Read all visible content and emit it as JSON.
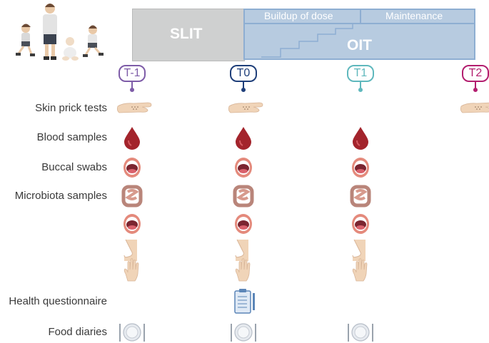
{
  "colors": {
    "slit_fill": "#cfd0d0",
    "oit_fill": "#b7cbe0",
    "oit_border": "#8eaed2",
    "t_minus1": "#7e5ca8",
    "t0": "#1f3f7a",
    "t1": "#5fb8bd",
    "t2": "#b31e6f",
    "blood": "#a3242c",
    "mouth": "#e48a7c",
    "skin": "#f0d4b8"
  },
  "phases": {
    "slit": "SLIT",
    "oit": "OIT",
    "buildup": "Buildup of dose",
    "maintenance": "Maintenance"
  },
  "timepoints": [
    "T-1",
    "T0",
    "T1",
    "T2"
  ],
  "rows": [
    {
      "label": "Skin prick tests",
      "icon": "hand-skin-prick-icon",
      "present": [
        true,
        true,
        false,
        true
      ]
    },
    {
      "label": "Blood samples",
      "icon": "blood-drop-icon",
      "present": [
        true,
        true,
        true,
        false
      ]
    },
    {
      "label": "Buccal swabs",
      "icon": "open-mouth-icon",
      "present": [
        true,
        true,
        true,
        false
      ]
    },
    {
      "label": "Microbiota samples",
      "icon": "intestine-icon",
      "present": [
        true,
        true,
        true,
        false
      ]
    },
    {
      "label": "",
      "icon": "open-mouth-icon",
      "present": [
        true,
        true,
        true,
        false
      ]
    },
    {
      "label": "",
      "icon": "nose-icon",
      "present": [
        true,
        true,
        true,
        false
      ]
    },
    {
      "label": "",
      "icon": "hand-icon",
      "present": [
        true,
        true,
        true,
        false
      ]
    },
    {
      "label": "Health questionnaire",
      "icon": "clipboard-icon",
      "present": [
        false,
        true,
        false,
        false
      ]
    },
    {
      "label": "Food diaries",
      "icon": "plate-cutlery-icon",
      "present": [
        true,
        true,
        true,
        false
      ]
    }
  ]
}
